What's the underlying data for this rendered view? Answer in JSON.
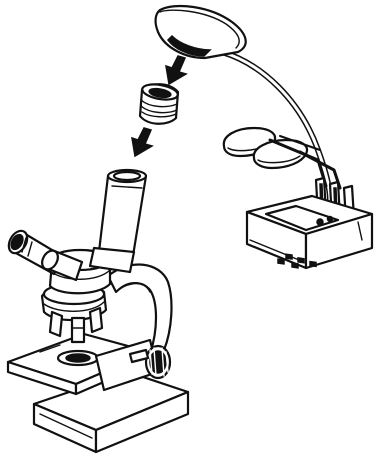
{
  "figure": {
    "description_kind": "line-art illustration",
    "components": [
      {
        "id": "document-camera",
        "icon": "document-camera-icon"
      },
      {
        "id": "camera-head",
        "icon": "camera-head-icon"
      },
      {
        "id": "lens-adapter",
        "icon": "adapter-ring-icon"
      },
      {
        "id": "microscope",
        "icon": "microscope-icon"
      },
      {
        "id": "arrows",
        "icon": "down-arrow-icon",
        "count": 2
      }
    ],
    "colors": {
      "stroke": "#111111",
      "fill": "#ffffff",
      "shade": "#d8d8d8"
    }
  }
}
